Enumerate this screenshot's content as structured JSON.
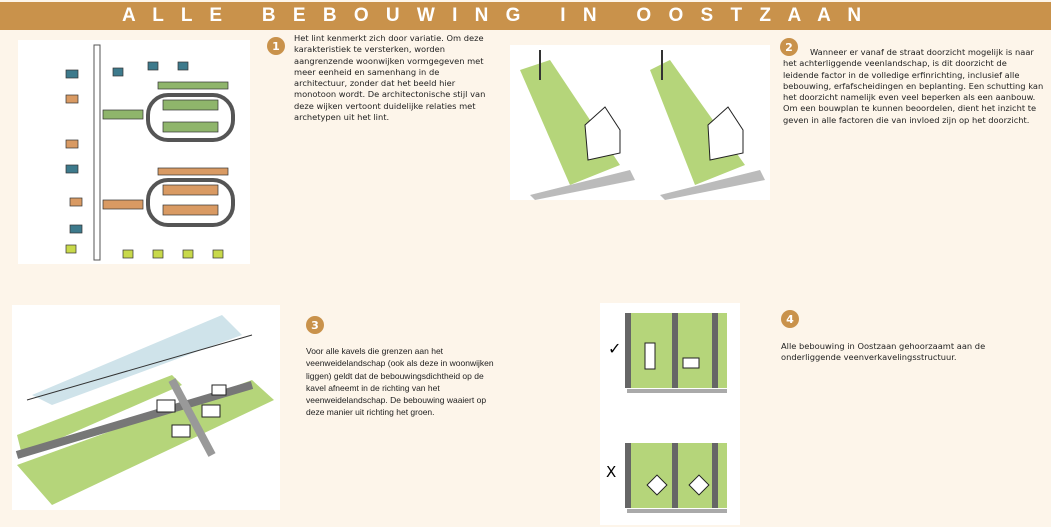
{
  "header": {
    "title": "A L L E   B E B O U W I N G   I N   O O S T Z A A N"
  },
  "sections": [
    {
      "number": "1",
      "text": "Het lint kenmerkt zich door variatie. Om deze karakteristiek te versterken, worden aangrenzende woonwijken vormgegeven met meer eenheid en samenhang in de architectuur, zonder dat het beeld hier monotoon wordt. De architectonische stijl van deze wijken vertoont duidelijke relaties met archetypen uit het lint."
    },
    {
      "number": "2",
      "text": "Wanneer er vanaf de straat doorzicht mogelijk is naar het achterliggende veenlandschap, is dit doorzicht de leidende factor in de volledige erfinrichting, inclusief alle bebouwing, erfafscheidingen en beplanting. Een schutting kan het doorzicht namelijk even veel beperken als een aanbouw. Om een bouwplan te kunnen beoordelen, dient het inzicht te geven in alle factoren die van invloed zijn op het doorzicht."
    },
    {
      "number": "3",
      "text": "Voor alle kavels die grenzen aan het veenweidelandschap (ook als deze in woonwijken liggen) geldt dat de bebouwingsdichtheid op de kavel afneemt in de richting van het veenweidelandschap. De bebouwing waaiert op deze manier uit richting het groen."
    },
    {
      "number": "4",
      "text": "Alle bebouwing in Oostzaan gehoorzaamt aan de onderliggende veenverkavelingsstructuur."
    }
  ],
  "marks": {
    "good": "✓",
    "bad": "X"
  },
  "colors": {
    "accent": "#c9924b",
    "green": "#b5d57a",
    "background": "#fdf5ea"
  }
}
